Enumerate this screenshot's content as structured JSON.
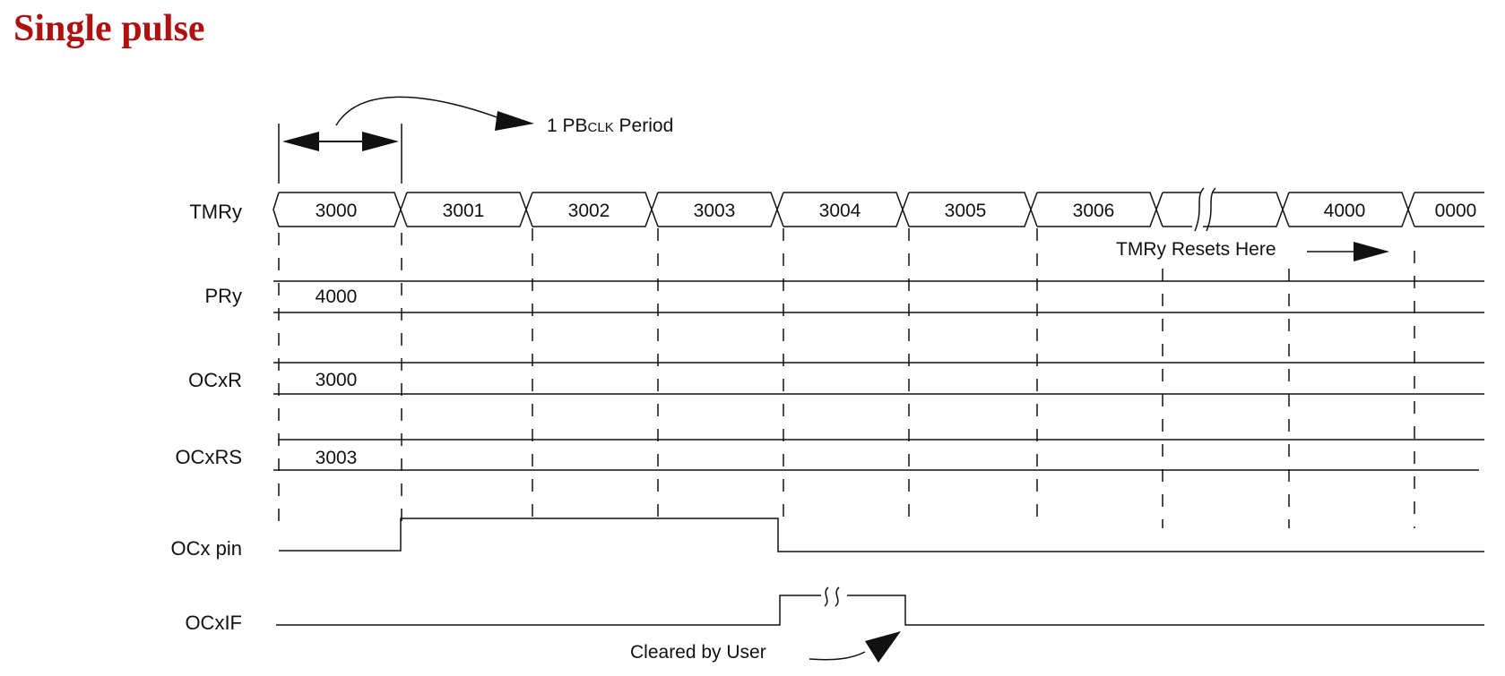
{
  "title": "Single pulse",
  "annotations": {
    "period_prefix": "1 PB",
    "period_small": "CLK",
    "period_suffix": " Period",
    "reset": "TMRy Resets Here",
    "cleared": "Cleared by User"
  },
  "signals": {
    "tmr": "TMRy",
    "pr": "PRy",
    "ocxr": "OCxR",
    "ocxrs": "OCxRS",
    "ocx_pin": "OCx pin",
    "ocxif": "OCxIF"
  },
  "tmr_values": [
    "3000",
    "3001",
    "3002",
    "3003",
    "3004",
    "3005",
    "3006",
    "4000",
    "0000"
  ],
  "register_values": {
    "pr": "4000",
    "ocxr": "3000",
    "ocxrs": "3003"
  }
}
